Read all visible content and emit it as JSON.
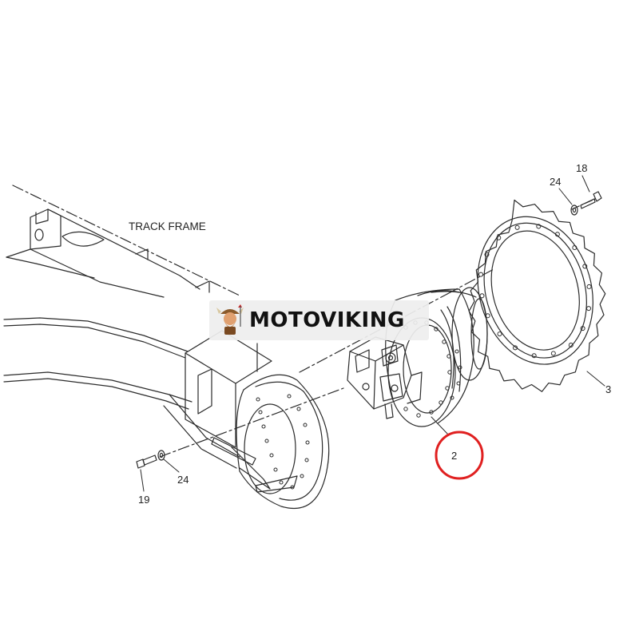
{
  "labels": {
    "track_frame": "TRACK FRAME",
    "p18": "18",
    "p24_top": "24",
    "p3": "3",
    "p2": "2",
    "p19": "19",
    "p24_bottom": "24"
  },
  "brand": {
    "name": "MOTOVIKING"
  },
  "colors": {
    "line": "#2b2b2b",
    "highlight_circle": "#e02020",
    "brand_bg": "#eeeeee"
  }
}
